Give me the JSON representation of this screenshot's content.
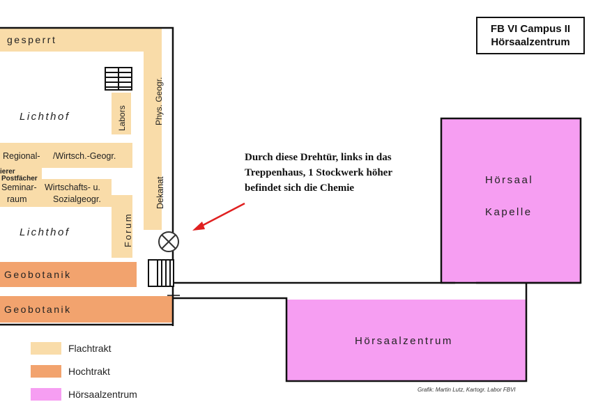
{
  "title": {
    "line1": "FB VI Campus II",
    "line2": "Hörsaalzentrum"
  },
  "colors": {
    "flachtrakt": "#f9dca9",
    "hochtrakt": "#f2a36e",
    "hoersaalzentrum": "#f69ef2",
    "wall": "#111111",
    "arrow": "#e02020"
  },
  "rooms": {
    "gesperrt": "gesperrt",
    "lichthof_top": "Lichthof",
    "labors": "Labors",
    "phys_geogr": "Phys. Geogr.",
    "regional": "Regional-",
    "wirtsch_geogr": "/Wirtsch.-Geogr.",
    "postfaecher_a": "ierer",
    "postfaecher_b": "Postfächer",
    "seminar_a": "Seminar-",
    "seminar_b": "raum",
    "wirtschafts_a": "Wirtschafts- u.",
    "wirtschafts_b": "Sozialgeogr.",
    "dekanat": "Dekanat",
    "forum": "Forum",
    "lichthof_bottom": "Lichthof",
    "geobotanik_1": "Geobotanik",
    "geobotanik_2": "Geobotanik",
    "hoersaal_kapelle_a": "Hörsaal",
    "hoersaal_kapelle_b": "Kapelle",
    "hoersaalzentrum": "Hörsaalzentrum"
  },
  "annotation": {
    "line1": "Durch diese Drehtür, links in das",
    "line2": "Treppenhaus, 1 Stockwerk höher",
    "line3": "befindet sich die Chemie"
  },
  "legend": [
    {
      "label": "Flachtrakt",
      "color": "#f9dca9"
    },
    {
      "label": "Hochtrakt",
      "color": "#f2a36e"
    },
    {
      "label": "Hörsaalzentrum",
      "color": "#f69ef2"
    }
  ],
  "credit": "Grafik: Martin Lutz, Kartogr. Labor FBVI"
}
